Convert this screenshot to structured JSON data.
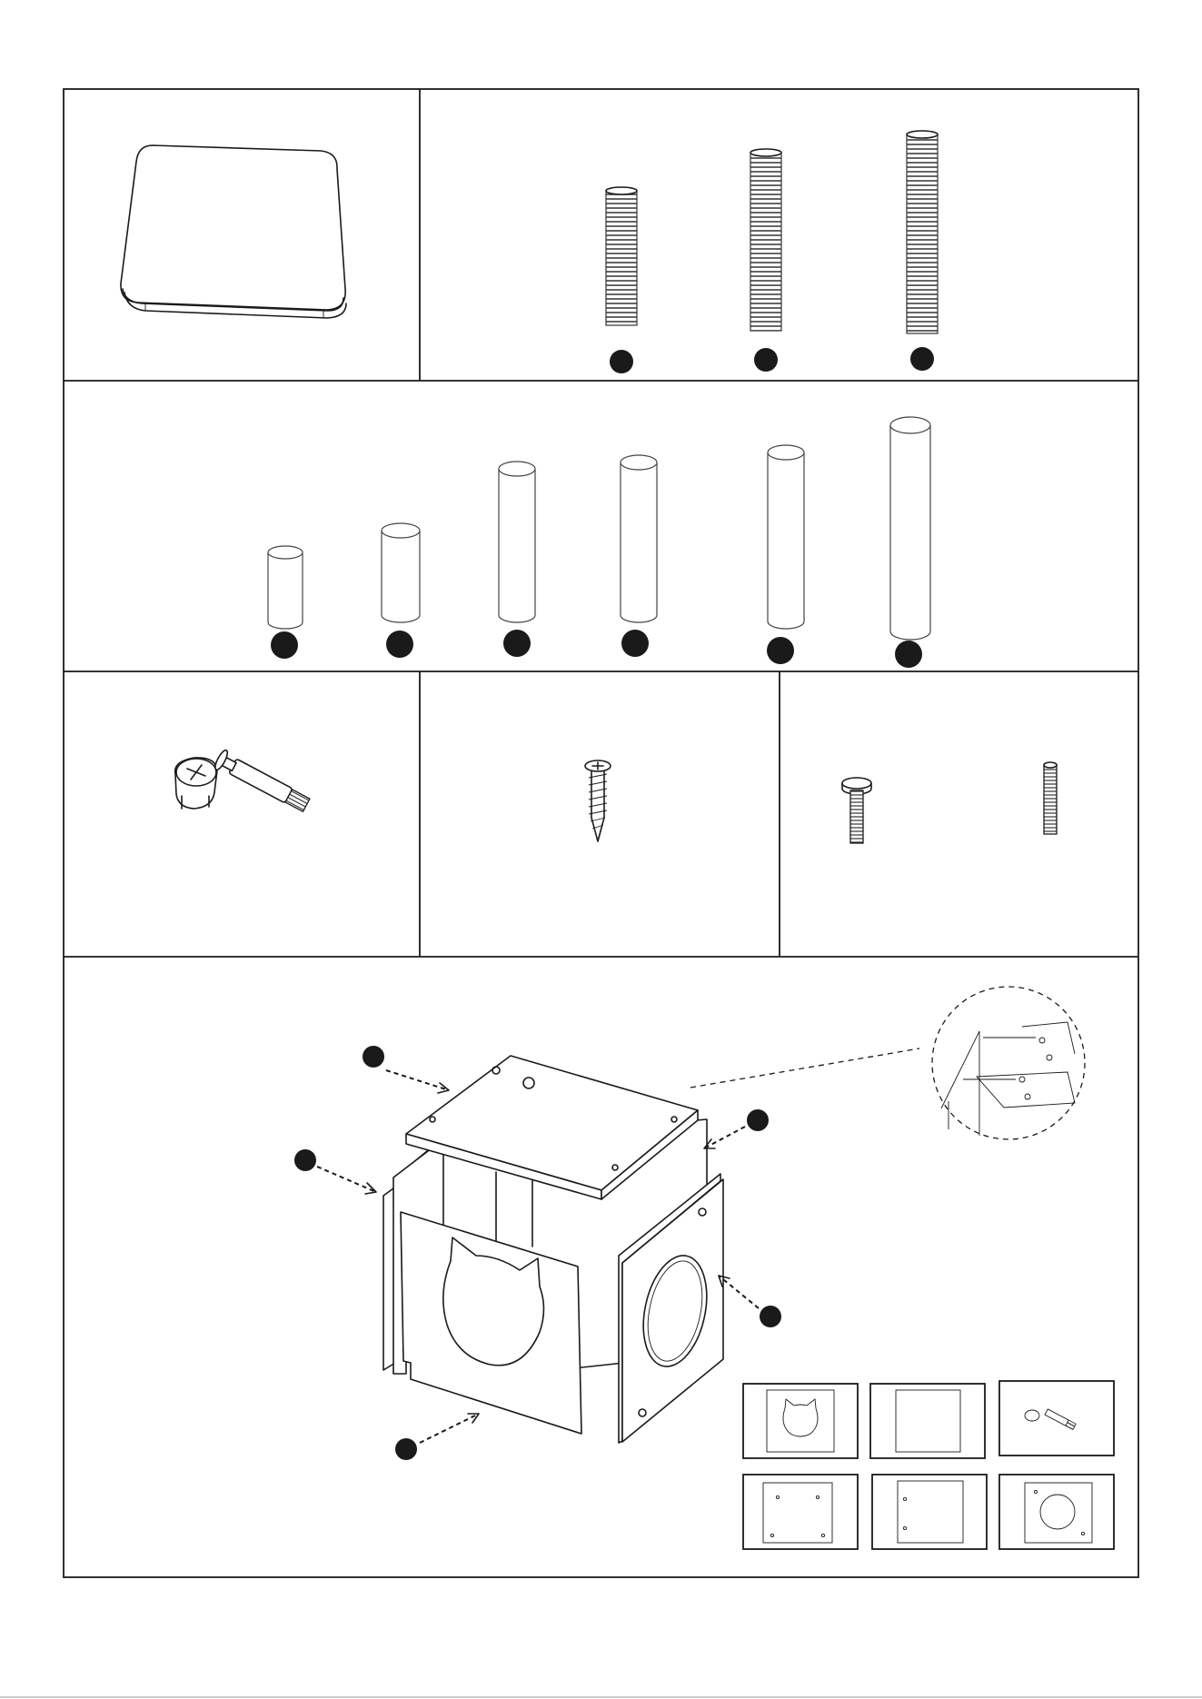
{
  "sheet": {
    "page_size": [
      1323,
      1870
    ],
    "line_color": "#1a1a1a",
    "marker_color": "#1a1a1a",
    "background": "#ffffff"
  },
  "panels": [
    {
      "id": "base-board",
      "icon": "square-board-icon"
    },
    {
      "id": "sisal-posts",
      "icon": "sisal-post-icon",
      "count": 3
    },
    {
      "id": "plush-posts",
      "icon": "plush-post-icon",
      "count": 6
    },
    {
      "id": "cam-lock-fitting",
      "icon": "cam-lock-icon"
    },
    {
      "id": "wood-screw",
      "icon": "wood-screw-icon"
    },
    {
      "id": "bolt-and-threaded-rod",
      "icon": "bolt-icon"
    },
    {
      "id": "condo-assembly",
      "icon": "exploded-box-icon"
    }
  ],
  "assembly_parts": [
    {
      "name": "roof-panel",
      "icon": "panel-icon"
    },
    {
      "name": "back-panel",
      "icon": "panel-icon"
    },
    {
      "name": "left-panel",
      "icon": "panel-icon"
    },
    {
      "name": "front-cat-face-panel",
      "icon": "cat-face-panel-icon"
    },
    {
      "name": "right-round-hole-panel",
      "icon": "round-hole-panel-icon"
    }
  ],
  "parts_legend": [
    {
      "name": "cat-face-panel",
      "icon": "cat-face-panel-icon"
    },
    {
      "name": "plain-panel",
      "icon": "panel-icon"
    },
    {
      "name": "cam-lock",
      "icon": "cam-lock-icon"
    },
    {
      "name": "panel-with-holes",
      "icon": "panel-icon"
    },
    {
      "name": "panel-with-holes-2",
      "icon": "panel-icon"
    },
    {
      "name": "round-hole-panel",
      "icon": "round-hole-panel-icon"
    }
  ]
}
